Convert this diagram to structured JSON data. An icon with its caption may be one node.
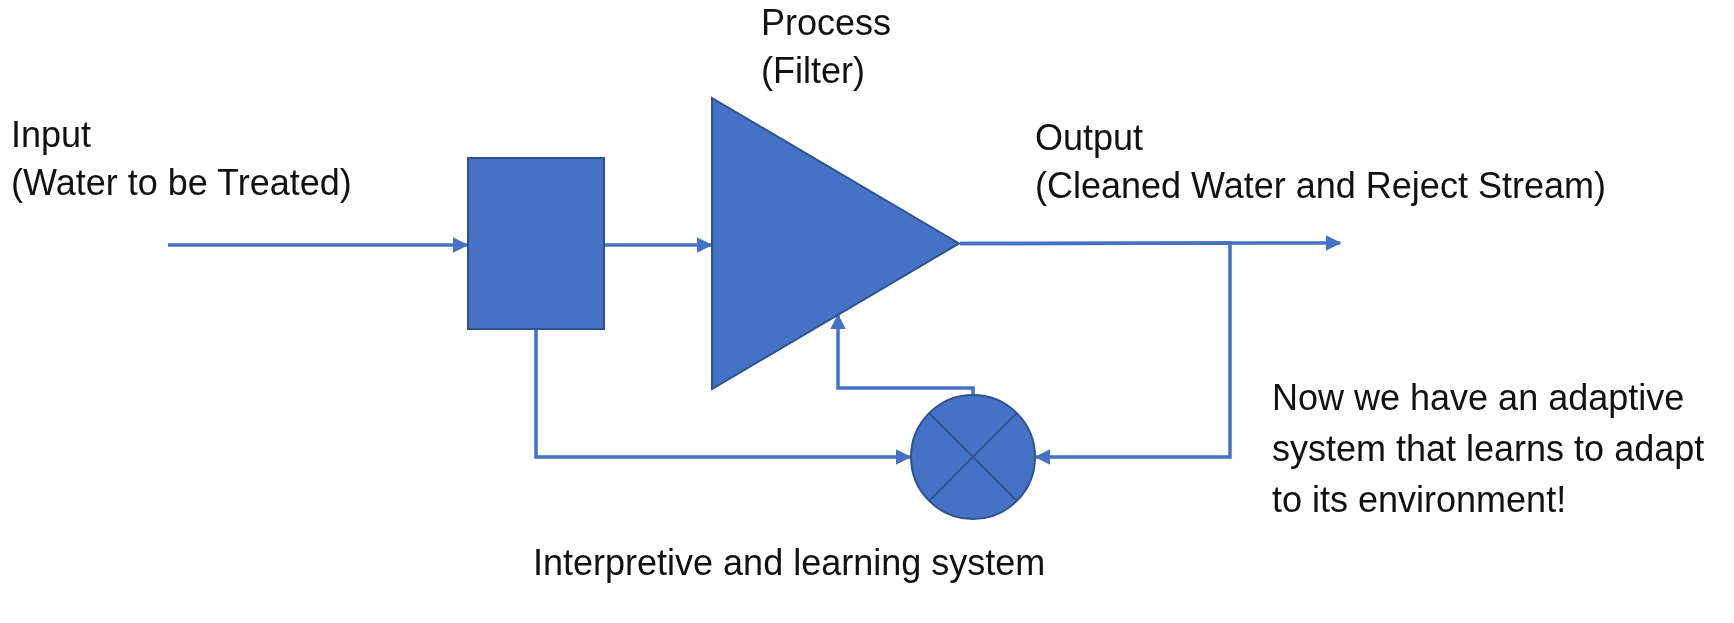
{
  "diagram": {
    "nodes": [
      {
        "text": [],
        "shape": "box"
      },
      {
        "text": [],
        "shape": "triangle",
        "beside": [
          "Process",
          "(Filter)"
        ]
      },
      {
        "text": [],
        "shape": "circle",
        "beside": [
          "Interpretive and learning system"
        ]
      }
    ],
    "edges": [
      {
        "from": null,
        "to": 0,
        "arrow": "to"
      },
      {
        "from": 0,
        "to": 1,
        "arrow": "to"
      },
      {
        "from": 1,
        "to": null,
        "arrow": "to"
      },
      {
        "from": 0,
        "to": 2,
        "arrow": "to"
      },
      {
        "from": 2,
        "to": 1,
        "arrow": "to"
      },
      {
        "from": 1,
        "to": 2,
        "arrow": "to"
      }
    ],
    "labels": [
      "Input",
      "(Water to be Treated)",
      "Output",
      "(Cleaned Water and Reject Stream)",
      "Now we have an adaptive system that learns to adapt to its environment!"
    ]
  }
}
